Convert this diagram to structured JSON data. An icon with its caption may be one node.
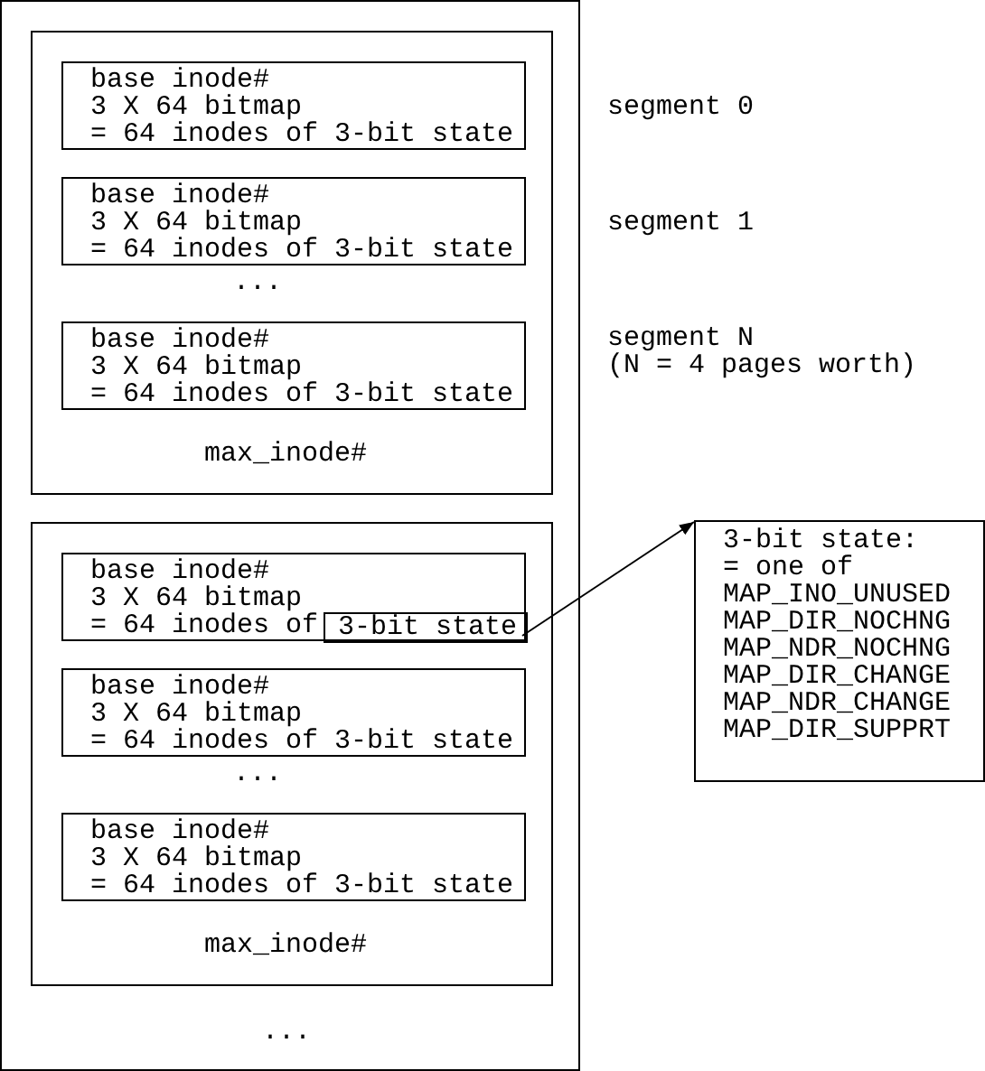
{
  "diagram": {
    "nodes": [
      {
        "text": [
          "..."
        ]
      },
      {
        "text": [
          "...",
          "max_inode#"
        ],
        "in": 0
      },
      {
        "text": [
          "base inode#",
          "3 X 64 bitmap",
          "= 64 inodes of 3-bit state"
        ],
        "in": 1,
        "beside": [
          "segment 0"
        ]
      },
      {
        "text": [
          "base inode#",
          "3 X 64 bitmap",
          "= 64 inodes of 3-bit state"
        ],
        "in": 1,
        "beside": [
          "segment 1"
        ]
      },
      {
        "text": [
          "base inode#",
          "3 X 64 bitmap",
          "= 64 inodes of 3-bit state"
        ],
        "in": 1,
        "beside": [
          "segment N",
          "(N = 4 pages worth)"
        ]
      },
      {
        "text": [
          "...",
          "max_inode#"
        ],
        "in": 0
      },
      {
        "text": [
          "base inode#",
          "3 X 64 bitmap",
          "= 64 inodes of"
        ],
        "in": 5
      },
      {
        "text": [
          "3-bit state"
        ],
        "in": 6
      },
      {
        "text": [
          "base inode#",
          "3 X 64 bitmap",
          "= 64 inodes of 3-bit state"
        ],
        "in": 5
      },
      {
        "text": [
          "base inode#",
          "3 X 64 bitmap",
          "= 64 inodes of 3-bit state"
        ],
        "in": 5
      },
      {
        "text": [
          "3-bit state:",
          "= one of",
          "MAP_INO_UNUSED",
          "MAP_DIR_NOCHNG",
          "MAP_NDR_NOCHNG",
          "MAP_DIR_CHANGE",
          "MAP_NDR_CHANGE",
          "MAP_DIR_SUPPRT"
        ]
      }
    ],
    "edges": [
      {
        "from": 7,
        "to": 10,
        "arrow": "to"
      }
    ]
  }
}
